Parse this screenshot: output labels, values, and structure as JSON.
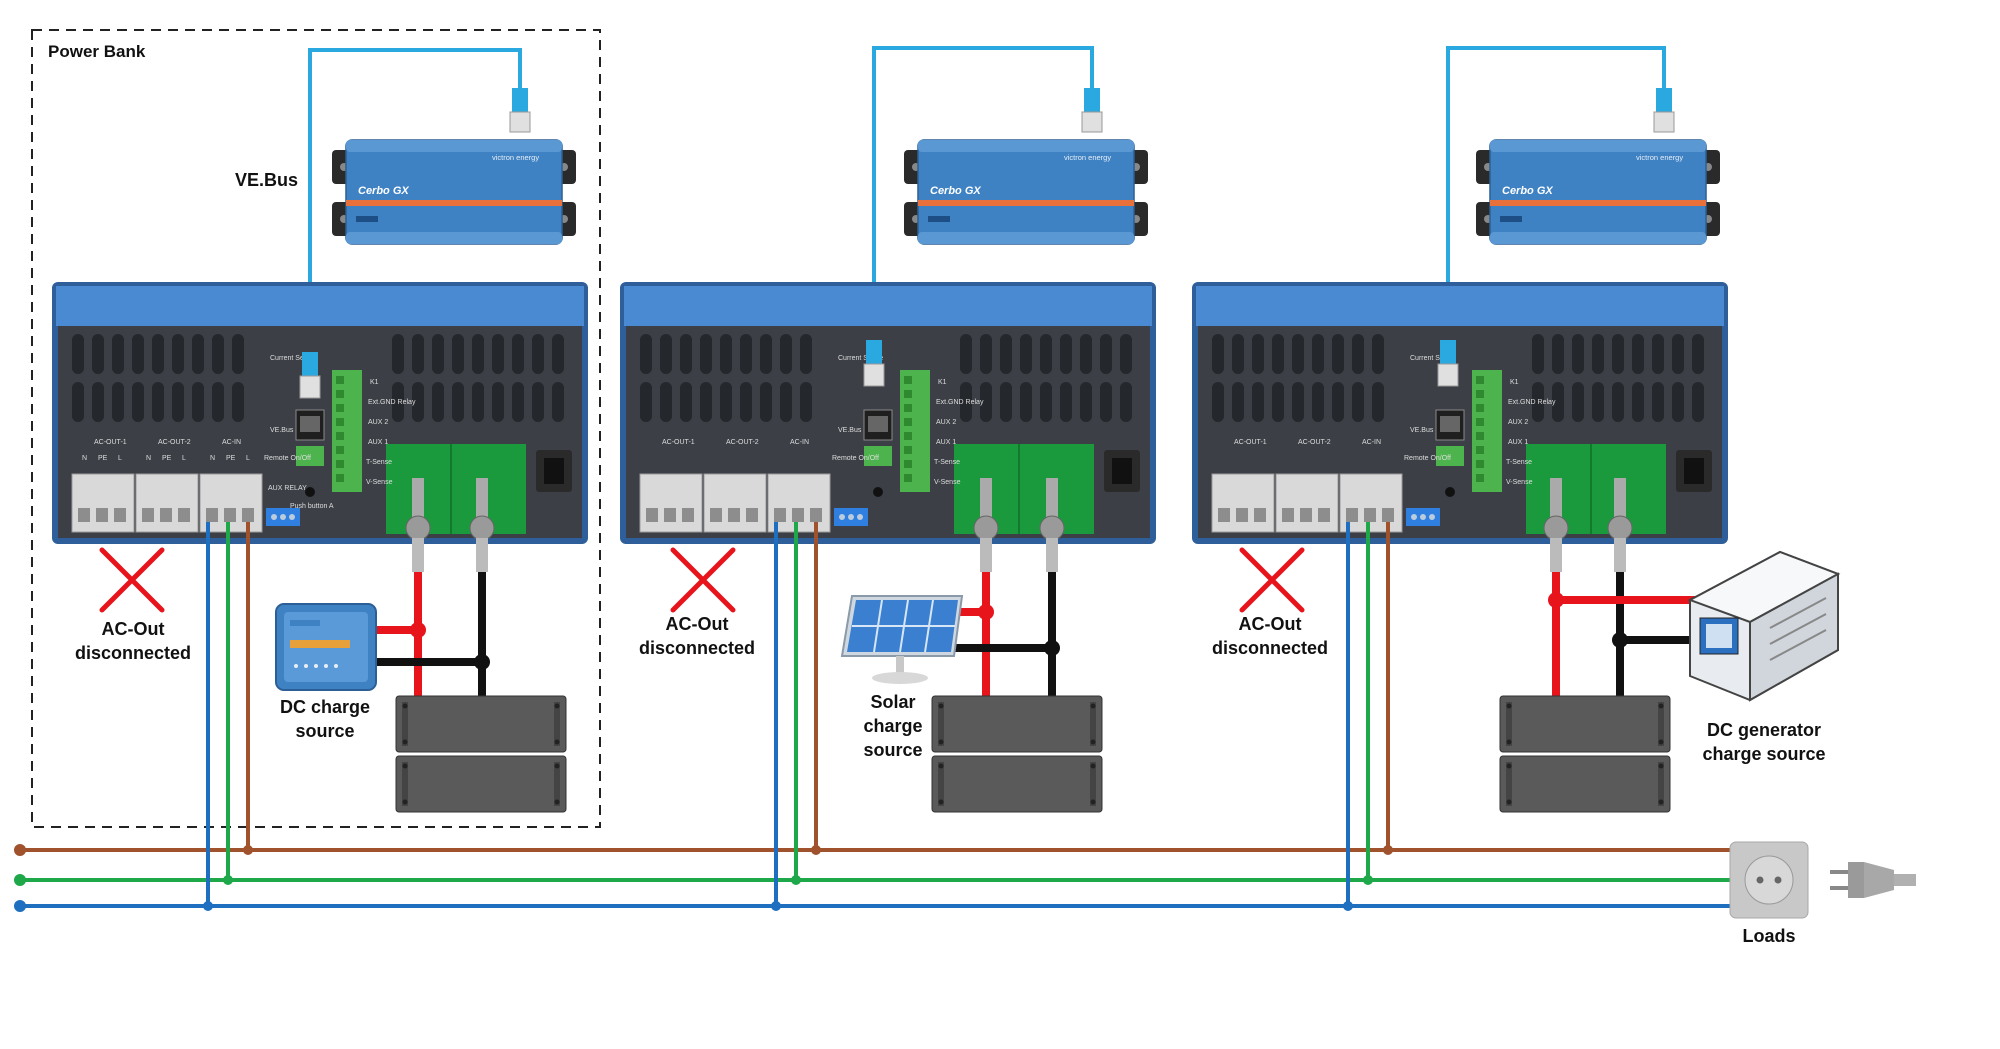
{
  "labels": {
    "power_bank": "Power Bank",
    "vebus": "VE.Bus",
    "loads": "Loads"
  },
  "cerbo": {
    "name": "Cerbo GX",
    "brand": "victron energy"
  },
  "inverter_labels": {
    "ac_out_1": "AC-OUT-1",
    "ac_out_2": "AC-OUT-2",
    "ac_in": "AC-IN",
    "n": "N",
    "pe": "PE",
    "l": "L",
    "current_sense": "Current Sense",
    "vebus_port": "VE.Bus",
    "remote": "Remote On/Off",
    "aux_relay": "AUX RELAY",
    "push_button": "Push button A",
    "k1": "K1",
    "ext_gnd": "Ext.GND Relay",
    "aux2": "AUX 2",
    "aux1": "AUX 1",
    "tsense": "T-Sense",
    "vsense": "V-Sense"
  },
  "units": [
    {
      "ac_out_line1": "AC-Out",
      "ac_out_line2": "disconnected",
      "source_line1": "DC charge",
      "source_line2": "source",
      "source_line3": ""
    },
    {
      "ac_out_line1": "AC-Out",
      "ac_out_line2": "disconnected",
      "source_line1": "Solar",
      "source_line2": "charge",
      "source_line3": "source"
    },
    {
      "ac_out_line1": "AC-Out",
      "ac_out_line2": "disconnected",
      "source_line1": "DC generator",
      "source_line2": "charge source",
      "source_line3": ""
    }
  ],
  "colors": {
    "brown": "#a0522d",
    "green": "#1fa84a",
    "blue": "#1e6fc0",
    "red": "#e8141c",
    "black": "#111111",
    "cable": "#2aa8e0",
    "victron_blue": "#3e82c4",
    "inverter_body": "#3c4046",
    "orange": "#e8703a"
  }
}
